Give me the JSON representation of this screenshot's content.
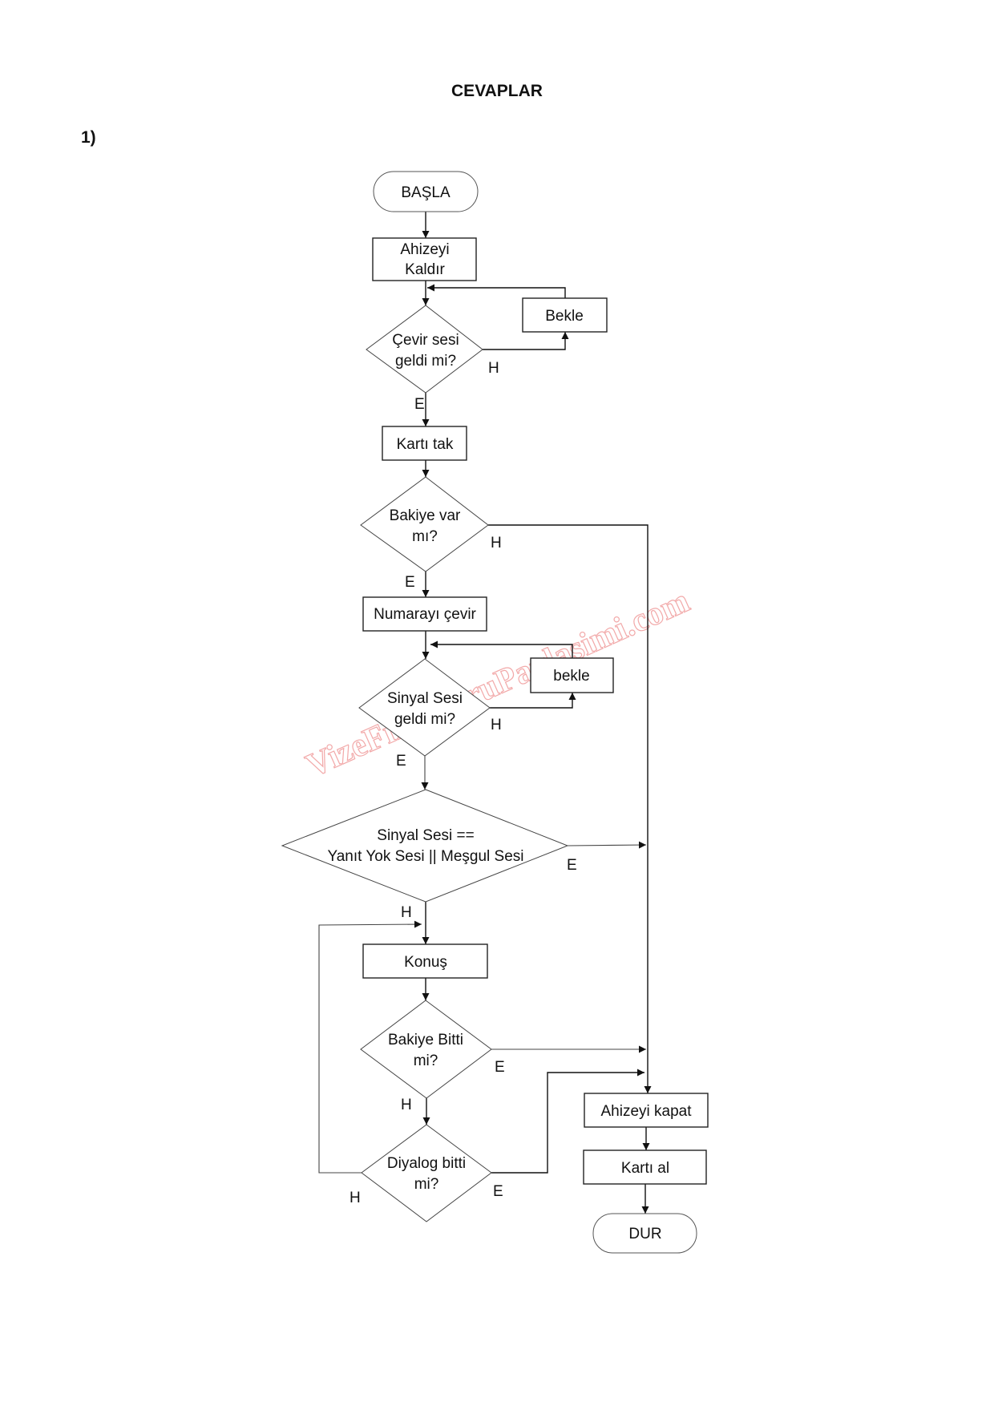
{
  "document": {
    "title": "CEVAPLAR",
    "question_number": "1)"
  },
  "watermark": "VizeFinalSoruPaylasimi.com",
  "flowchart": {
    "nodes": {
      "start": "BAŞLA",
      "lift_handset": [
        "Ahizeyi",
        "Kaldır"
      ],
      "wait_1": "Bekle",
      "dial_tone": [
        "Çevir sesi",
        "geldi mi?"
      ],
      "insert_card": "Kartı tak",
      "balance": [
        "Bakiye var",
        "mı?"
      ],
      "dial_number": "Numarayı çevir",
      "wait_2": "bekle",
      "signal": [
        "Sinyal Sesi",
        "geldi mi?"
      ],
      "signal_check": [
        "Sinyal Sesi ==",
        "Yanıt Yok Sesi || Meşgul Sesi"
      ],
      "talk": "Konuş",
      "balance_over": [
        "Bakiye Bitti",
        "mi?"
      ],
      "dialog_over": [
        "Diyalog bitti",
        "mi?"
      ],
      "hang_up": "Ahizeyi kapat",
      "take_card": "Kartı al",
      "end": "DUR"
    },
    "edge_labels": {
      "yes": "E",
      "no": "H"
    }
  }
}
